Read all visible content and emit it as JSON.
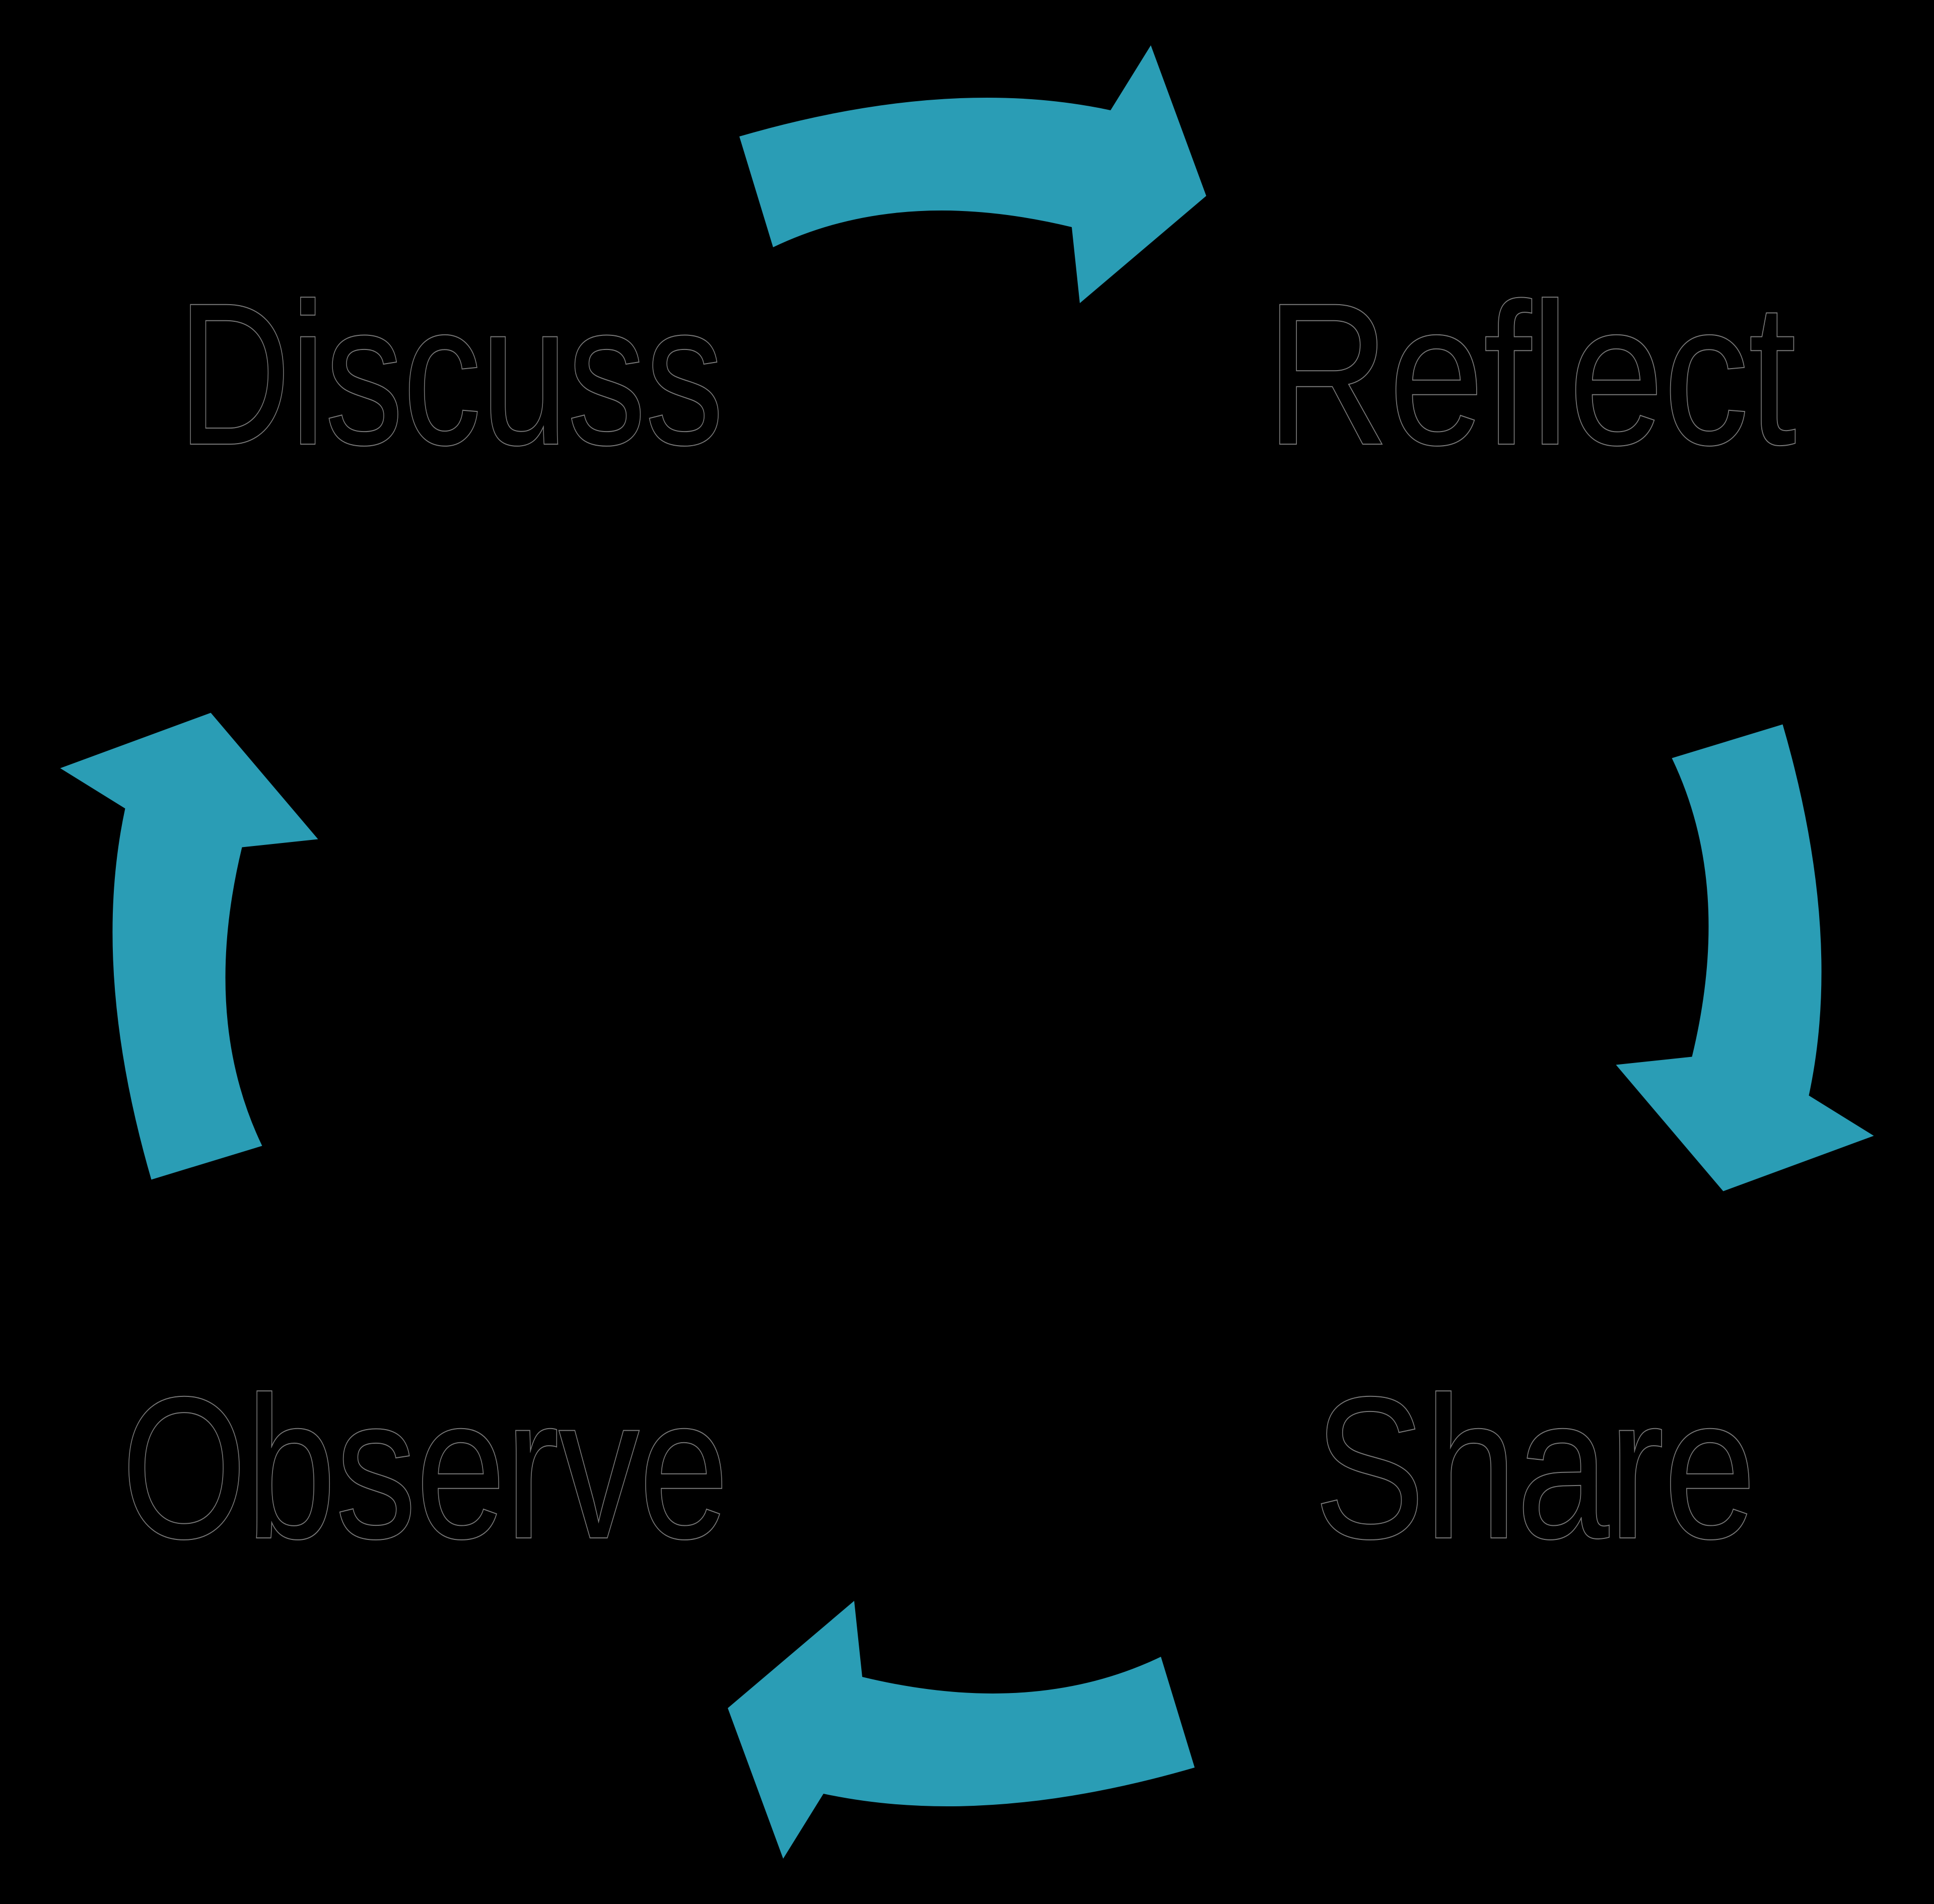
{
  "background_color": "#000000",
  "diagram": {
    "type": "cycle",
    "direction": "clockwise",
    "labels": {
      "discuss": "Discuss",
      "reflect": "Reflect",
      "share": "Share",
      "observe": "Observe"
    },
    "sequence": [
      "Discuss",
      "Reflect",
      "Share",
      "Observe"
    ],
    "arrow_color": "#2a9db5",
    "label_color": "#000000",
    "label_outline_color": "#787878"
  }
}
